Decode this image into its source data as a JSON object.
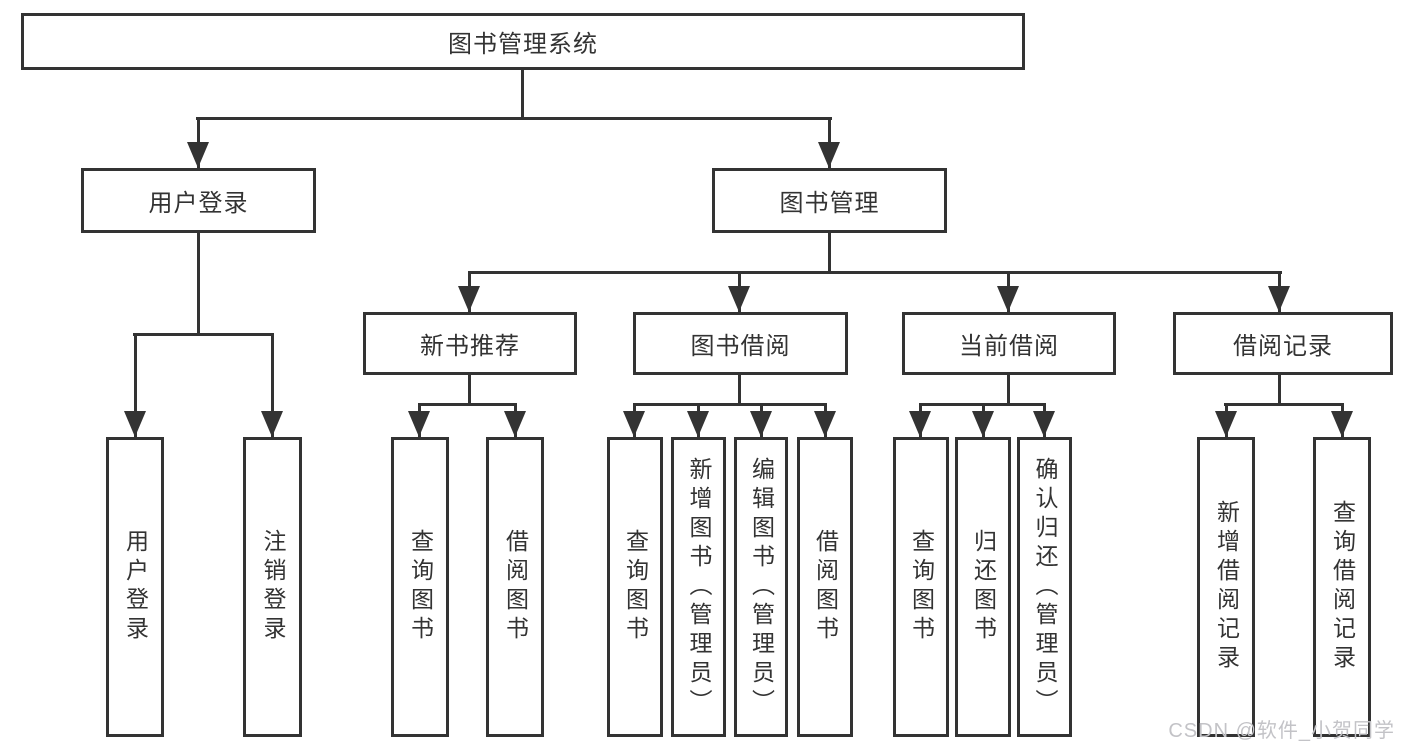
{
  "diagram": {
    "type": "hierarchy-tree",
    "tree": {
      "label": "图书管理系统",
      "children": [
        {
          "label": "用户登录",
          "children": [
            {
              "label": "用户登录"
            },
            {
              "label": "注销登录"
            }
          ]
        },
        {
          "label": "图书管理",
          "children": [
            {
              "label": "新书推荐",
              "children": [
                {
                  "label": "查询图书"
                },
                {
                  "label": "借阅图书"
                }
              ]
            },
            {
              "label": "图书借阅",
              "children": [
                {
                  "label": "查询图书"
                },
                {
                  "label": "新增图书（管理员）"
                },
                {
                  "label": "编辑图书（管理员）"
                },
                {
                  "label": "借阅图书"
                }
              ]
            },
            {
              "label": "当前借阅",
              "children": [
                {
                  "label": "查询图书"
                },
                {
                  "label": "归还图书"
                },
                {
                  "label": "确认归还（管理员）"
                }
              ]
            },
            {
              "label": "借阅记录",
              "children": [
                {
                  "label": "新增借阅记录"
                },
                {
                  "label": "查询借阅记录"
                }
              ]
            }
          ]
        }
      ]
    },
    "colors": {
      "line": "#333333",
      "box_fill": "#ffffff",
      "text": "#333333",
      "watermark": "#c3c3c7"
    }
  },
  "watermark": {
    "text": "CSDN @软件_小贺同学"
  }
}
